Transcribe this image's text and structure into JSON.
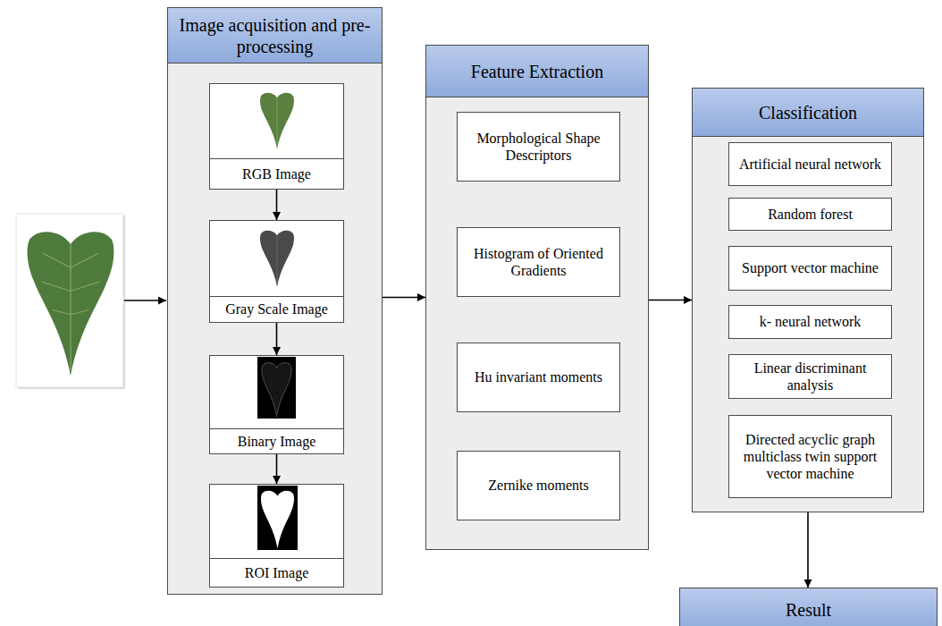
{
  "diagram": {
    "nodes": [
      {
        "text": [
          "Image acquisition and pre-processing"
        ]
      },
      {
        "text": [
          "RGB Image"
        ],
        "in": 0
      },
      {
        "text": [
          "Gray Scale Image"
        ],
        "in": 0
      },
      {
        "text": [
          "Binary Image"
        ],
        "in": 0
      },
      {
        "text": [
          "ROI Image"
        ],
        "in": 0
      },
      {
        "text": [
          "Feature Extraction"
        ]
      },
      {
        "text": [
          "Morphological Shape Descriptors"
        ],
        "in": 5
      },
      {
        "text": [
          "Histogram of Oriented Gradients"
        ],
        "in": 5
      },
      {
        "text": [
          "Hu invariant moments"
        ],
        "in": 5
      },
      {
        "text": [
          "Zernike moments"
        ],
        "in": 5
      },
      {
        "text": [
          "Classification"
        ]
      },
      {
        "text": [
          "Artificial neural network"
        ],
        "in": 10
      },
      {
        "text": [
          "Random forest"
        ],
        "in": 10
      },
      {
        "text": [
          "Support vector machine"
        ],
        "in": 10
      },
      {
        "text": [
          "k- neural network"
        ],
        "in": 10
      },
      {
        "text": [
          "Linear discriminant analysis"
        ],
        "in": 10
      },
      {
        "text": [
          "Directed acyclic graph multiclass twin support vector machine"
        ],
        "in": 10
      },
      {
        "text": [
          "Result"
        ]
      }
    ],
    "edges": [
      {
        "from": 1,
        "to": 2,
        "arrow": "to"
      },
      {
        "from": 2,
        "to": 3,
        "arrow": "to"
      },
      {
        "from": 3,
        "to": 4,
        "arrow": "to"
      },
      {
        "from": 0,
        "to": 5,
        "arrow": "to"
      },
      {
        "from": 5,
        "to": 10,
        "arrow": "to"
      },
      {
        "from": 10,
        "to": 17,
        "arrow": "to"
      }
    ]
  }
}
